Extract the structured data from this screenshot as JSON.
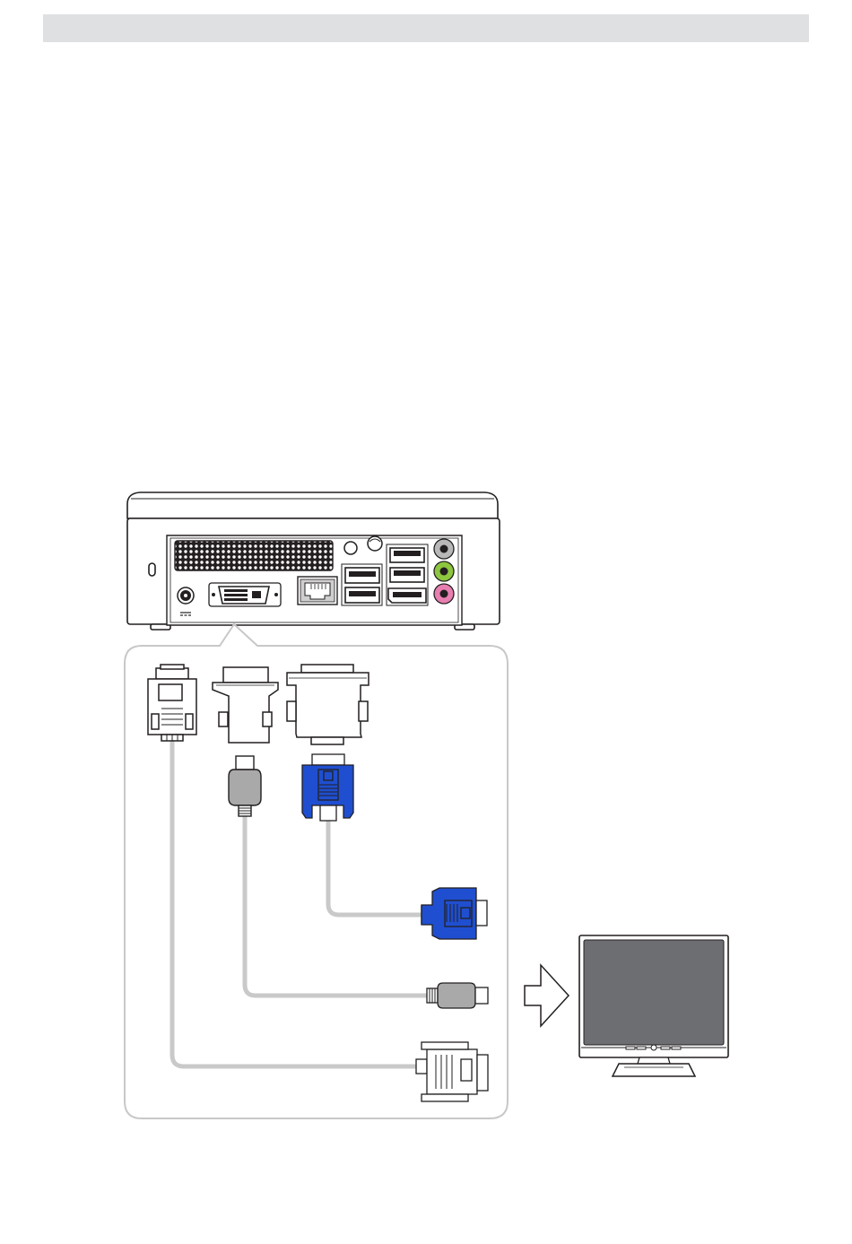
{
  "header": {
    "text": ""
  },
  "colors": {
    "header_bar": "#dfe0e2",
    "line": "#231f20",
    "cable": "#c9c9c9",
    "vga_blue": "#1f4fd0",
    "hdmi_gray": "#a9a9a9",
    "screen": "#6d6e71",
    "audio_gray": "#b8b8b8",
    "audio_green": "#8dc63f",
    "audio_pink": "#e87fb0"
  },
  "icons": [
    "dc-power-symbol",
    "dvi-port",
    "ethernet-port",
    "usb-port",
    "esata-port",
    "audio-jack",
    "arrow-right"
  ]
}
